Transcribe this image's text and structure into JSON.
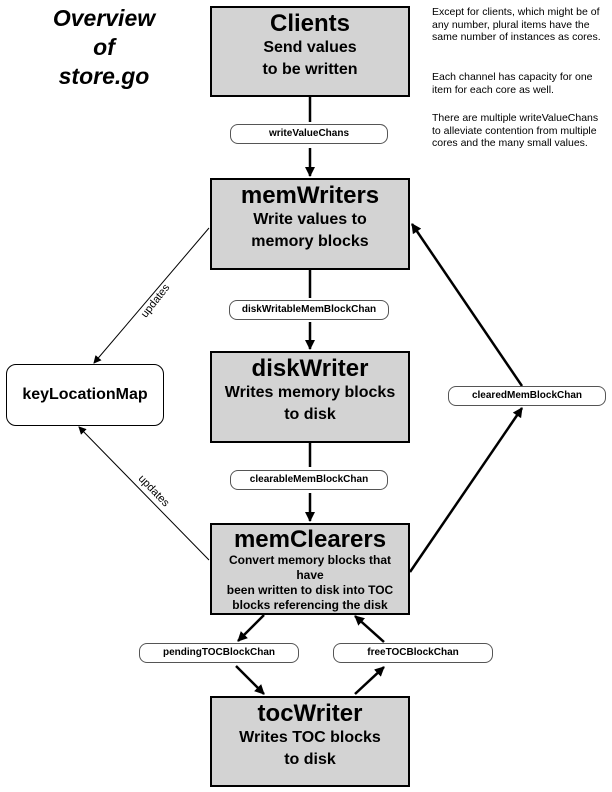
{
  "title": {
    "line1": "Overview",
    "line2": "of",
    "line3": "store.go"
  },
  "notes": [
    "Except for clients, which might be of any number, plural items have the same number of instances as cores.",
    "Each channel has capacity for one item for each core as well.",
    "There are multiple writeValueChans to alleviate contention from multiple cores and the many small values."
  ],
  "boxes": {
    "clients": {
      "title": "Clients",
      "sub1": "Send values",
      "sub2": "to be written"
    },
    "memWriters": {
      "title": "memWriters",
      "sub1": "Write values to",
      "sub2": "memory blocks"
    },
    "diskWriter": {
      "title": "diskWriter",
      "sub1": "Writes memory blocks",
      "sub2": "to disk"
    },
    "memClearers": {
      "title": "memClearers",
      "sub1": "Convert memory blocks that have",
      "sub2": "been written to disk into TOC",
      "sub3": "blocks referencing the disk"
    },
    "tocWriter": {
      "title": "tocWriter",
      "sub1": "Writes TOC blocks",
      "sub2": "to disk"
    }
  },
  "channels": {
    "writeValueChans": "writeValueChans",
    "diskWritableMemBlockChan": "diskWritableMemBlockChan",
    "clearableMemBlockChan": "clearableMemBlockChan",
    "clearedMemBlockChan": "clearedMemBlockChan",
    "pendingTOCBlockChan": "pendingTOCBlockChan",
    "freeTOCBlockChan": "freeTOCBlockChan"
  },
  "keyLocationMap": "keyLocationMap",
  "edge_labels": {
    "updates_top": "updates",
    "updates_bottom": "updates"
  }
}
